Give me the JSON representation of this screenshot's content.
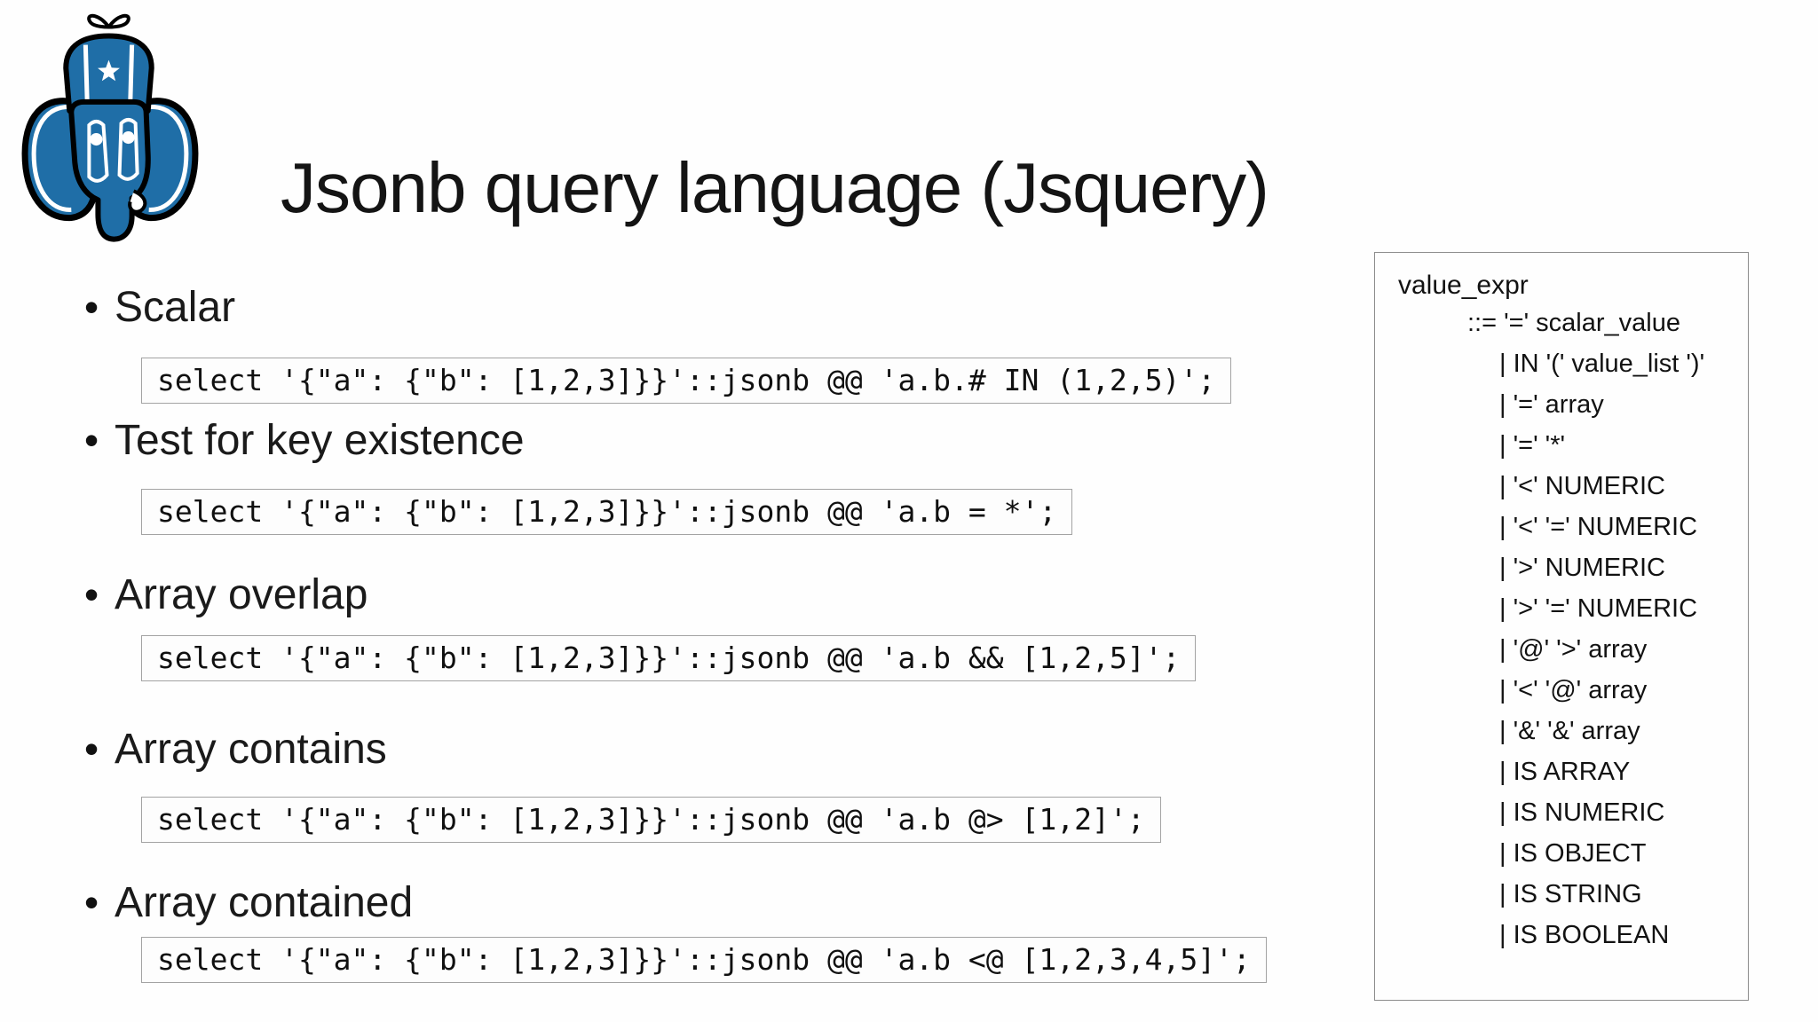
{
  "slide": {
    "title": "Jsonb query language (Jsquery)"
  },
  "ui": {
    "bullet_glyph": "•"
  },
  "sections": [
    {
      "heading": "Scalar",
      "code": "select '{\"a\": {\"b\": [1,2,3]}}'::jsonb @@ 'a.b.# IN (1,2,5)';"
    },
    {
      "heading": "Test for key existence",
      "code": "select '{\"a\": {\"b\": [1,2,3]}}'::jsonb @@ 'a.b = *';"
    },
    {
      "heading": "Array overlap",
      "code": "select '{\"a\": {\"b\": [1,2,3]}}'::jsonb @@ 'a.b && [1,2,5]';"
    },
    {
      "heading": "Array contains",
      "code": "select '{\"a\": {\"b\": [1,2,3]}}'::jsonb @@ 'a.b @> [1,2]';"
    },
    {
      "heading": "Array contained",
      "code": "select '{\"a\": {\"b\": [1,2,3]}}'::jsonb @@ 'a.b <@ [1,2,3,4,5]';"
    }
  ],
  "grammar_panel": {
    "title": "value_expr",
    "lines": [
      "::= '=' scalar_value",
      "| IN '(' value_list ')'",
      "| '=' array",
      "| '=' '*'",
      "| '<' NUMERIC",
      "| '<' '=' NUMERIC",
      "| '>' NUMERIC",
      "| '>' '=' NUMERIC",
      "| '@' '>' array",
      "| '<' '@' array",
      "| '&' '&' array",
      "| IS ARRAY",
      "| IS NUMERIC",
      "| IS OBJECT",
      "| IS STRING",
      "| IS BOOLEAN"
    ]
  },
  "colors": {
    "logo_blue": "#1f6ea7",
    "text": "#161616",
    "code_border": "#a3a3a3",
    "panel_border": "#8c8c8c",
    "background": "#ffffff"
  }
}
